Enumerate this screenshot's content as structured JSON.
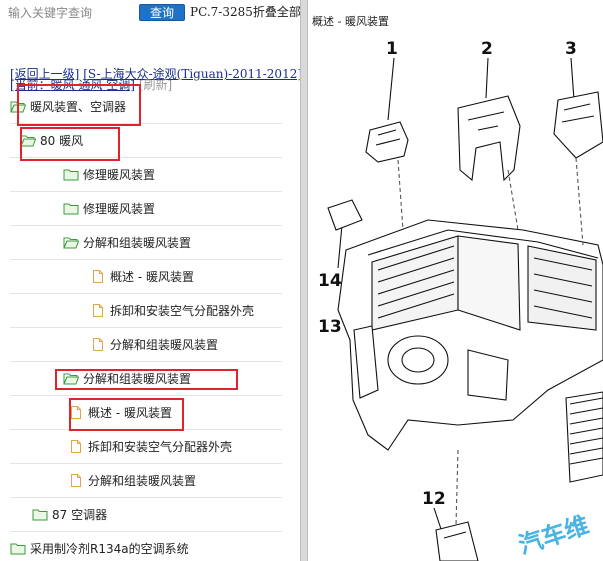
{
  "search": {
    "placeholder": "输入关键字查询",
    "button_label": "查询"
  },
  "doc_code": "PC.7-3285折叠全部",
  "nav": {
    "back_label": "[返回上一级]",
    "model_label": "[S-上海大众-途观(Tiguan)-2011-2012]",
    "current_label": "[当前：暖风 通风 空调]",
    "refresh_label": "[刷新]"
  },
  "tree": [
    {
      "label": "暖风装置、空调器",
      "icon": "folder-open-icon"
    },
    {
      "label": "80 暖风",
      "icon": "folder-open-icon"
    },
    {
      "label": "修理暖风装置",
      "icon": "folder-icon"
    },
    {
      "label": "修理暖风装置",
      "icon": "folder-icon"
    },
    {
      "label": "分解和组装暖风装置",
      "icon": "folder-open-icon"
    },
    {
      "label": "概述 - 暖风装置",
      "icon": "document-icon"
    },
    {
      "label": "拆卸和安装空气分配器外壳",
      "icon": "document-icon"
    },
    {
      "label": "分解和组装暖风装置",
      "icon": "document-icon"
    },
    {
      "label": "分解和组装暖风装置",
      "icon": "folder-open-icon"
    },
    {
      "label": "概述 - 暖风装置",
      "icon": "document-icon"
    },
    {
      "label": "拆卸和安装空气分配器外壳",
      "icon": "document-icon"
    },
    {
      "label": "分解和组装暖风装置",
      "icon": "document-icon"
    },
    {
      "label": "87 空调器",
      "icon": "folder-icon"
    },
    {
      "label": "采用制冷剂R134a的空调系统",
      "icon": "folder-icon"
    }
  ],
  "diagram": {
    "title": "概述 - 暖风装置",
    "callouts": [
      "1",
      "2",
      "3",
      "14",
      "13",
      "12"
    ],
    "watermark": "汽车维"
  },
  "colors": {
    "search_button": "#1f73c7",
    "highlight": "#e0242b",
    "folder": "#3c9a3c",
    "document": "#e4a54a",
    "link": "#1a2e8a"
  }
}
